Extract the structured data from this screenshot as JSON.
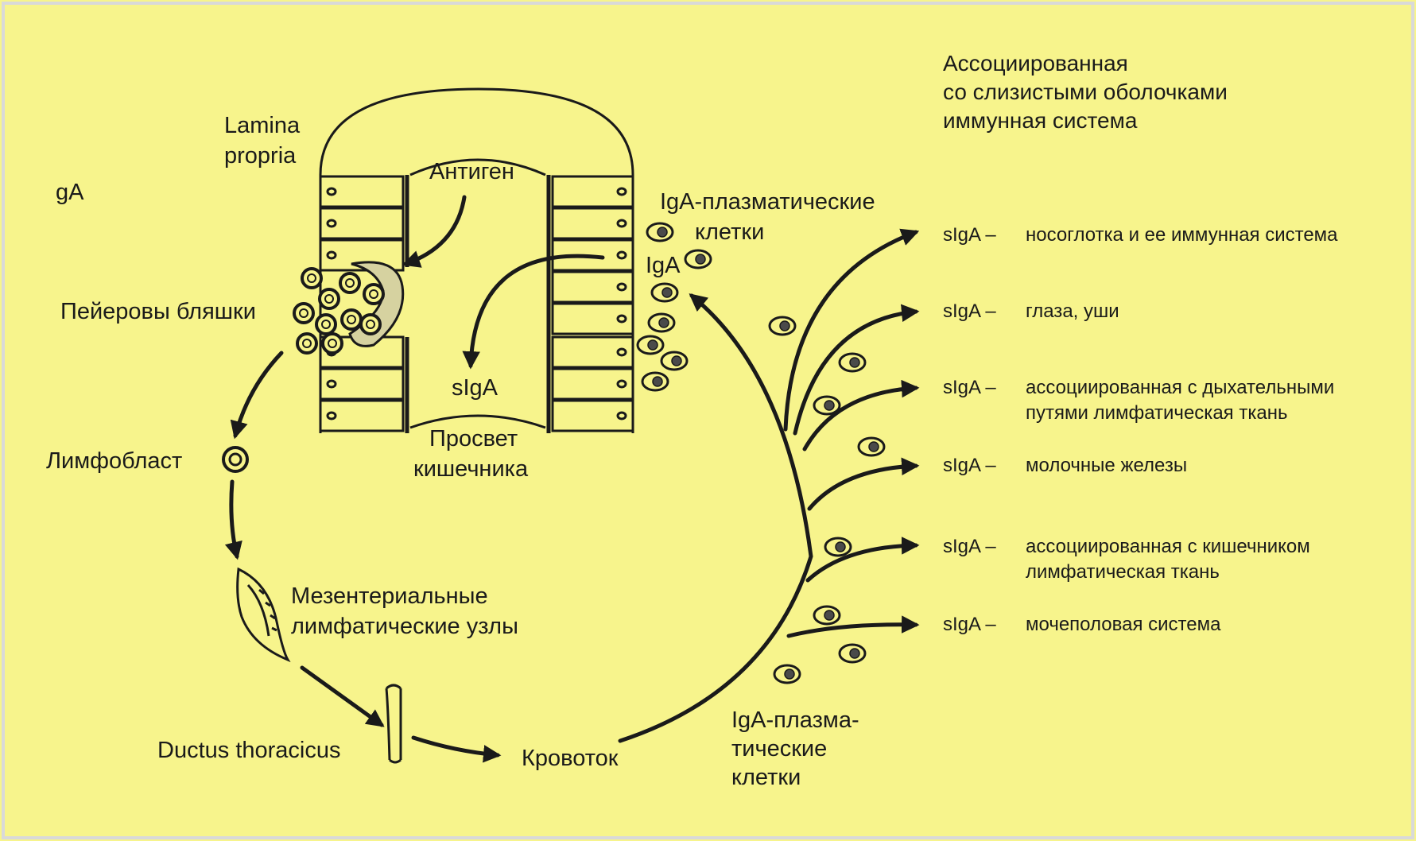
{
  "colors": {
    "background": "#f7f48c",
    "ink": "#1a1a1a",
    "border": "#d9d9d9"
  },
  "title": "Ассоциированная\nсо слизистыми оболочками\nиммунная система",
  "labels": {
    "corner": "gA",
    "lamina_propria_1": "Lamina",
    "lamina_propria_2": "propria",
    "antigen": "Антиген",
    "siga_lumen": "sIgA",
    "lumen_1": "Просвет",
    "lumen_2": "кишечника",
    "plasma_top_1": "IgA-плазматические",
    "plasma_top_2": "клетки",
    "iga": "IgA",
    "peyer": "Пейеровы бляшки",
    "lymphoblast": "Лимфобласт",
    "mesenteric_1": "Мезентериальные",
    "mesenteric_2": "лимфатические узлы",
    "ductus": "Ductus thoracicus",
    "bloodstream": "Кровоток",
    "plasma_bottom_1": "IgA-плазма-",
    "plasma_bottom_2": "тические",
    "plasma_bottom_3": "клетки"
  },
  "destinations": [
    {
      "code": "sIgA –",
      "text": "носоглотка и ее иммунная система"
    },
    {
      "code": "sIgA –",
      "text": "глаза, уши"
    },
    {
      "code": "sIgA –",
      "text": "ассоциированная с дыхательными\nпутями лимфатическая ткань"
    },
    {
      "code": "sIgA –",
      "text": "молочные железы"
    },
    {
      "code": "sIgA –",
      "text": "ассоциированная с кишечником\nлимфатическая ткань"
    },
    {
      "code": "sIgA –",
      "text": "мочеполовая система"
    }
  ]
}
